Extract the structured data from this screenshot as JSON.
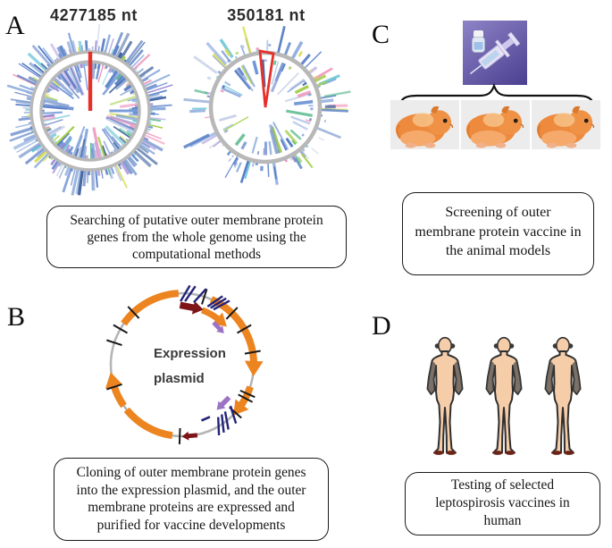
{
  "figure": {
    "panels": {
      "a": {
        "label": "A",
        "genome_large_size": "4277185 nt",
        "genome_small_size": "350181 nt",
        "caption_lines": [
          "Searching of putative outer membrane protein",
          "genes from the whole genome using the",
          "computational methods"
        ]
      },
      "b": {
        "label": "B",
        "plasmid_label_line1": "Expression",
        "plasmid_label_line2": "plasmid",
        "caption_lines": [
          "Cloning of outer membrane protein genes",
          "into the expression plasmid, and the outer",
          "membrane proteins are expressed and",
          "purified for vaccine developments"
        ]
      },
      "c": {
        "label": "C",
        "caption_lines": [
          "Screening of outer",
          "membrane protein vaccine in",
          "the animal models"
        ]
      },
      "d": {
        "label": "D",
        "caption_lines": [
          "Testing of selected",
          "leptospirosis vaccines in",
          "human"
        ]
      }
    },
    "graphics": {
      "genome_ring_color": "#b8b8b8",
      "marker_red": "#e8302b",
      "bar_palette_main": [
        "#4f79c5",
        "#6a92d4",
        "#8fadde",
        "#42659f",
        "#7e9bd0",
        "#5a80c8"
      ],
      "bar_palette_accent": [
        "#a3cf4a",
        "#d9df52",
        "#8f79cf",
        "#b7a6e3",
        "#f08fb8",
        "#6cc6d8",
        "#57b98c",
        "#c9d2e8"
      ],
      "genome_plots": {
        "large": {
          "seed": 7,
          "bars_out": 165,
          "bars_in": 150,
          "r_out": 66,
          "r_in": 55,
          "max_out": 29,
          "max_in": 33,
          "accent_p": 0.34,
          "sparse": false,
          "double_ring": true,
          "marker": "line"
        },
        "small": {
          "seed": 23,
          "bars_out": 88,
          "bars_in": 66,
          "r_out": 61,
          "r_in": 55,
          "max_out": 32,
          "max_in": 33,
          "accent_p": 0.42,
          "sparse": true,
          "double_ring": false,
          "marker": "wedge"
        }
      },
      "plasmid": {
        "arc_color": "#ec8420",
        "ring_color": "#b5b5b5",
        "tick_color": "#1a1a1a",
        "navy": "#23237a",
        "darkred": "#7c1418",
        "purple": "#9b74c6"
      },
      "css_vars": {
        "--syringe-bg1": "#8d83c6",
        "--syringe-bg2": "#4b3f90",
        "--hamster-tile": "#ececec",
        "--hamster-body": "#ed8a3d",
        "--hamster-head": "#ef9245",
        "--hamster-belly": "#f5a96b",
        "--human-skin": "#f6cda9",
        "--human-outline": "#2f2f2f"
      }
    }
  }
}
